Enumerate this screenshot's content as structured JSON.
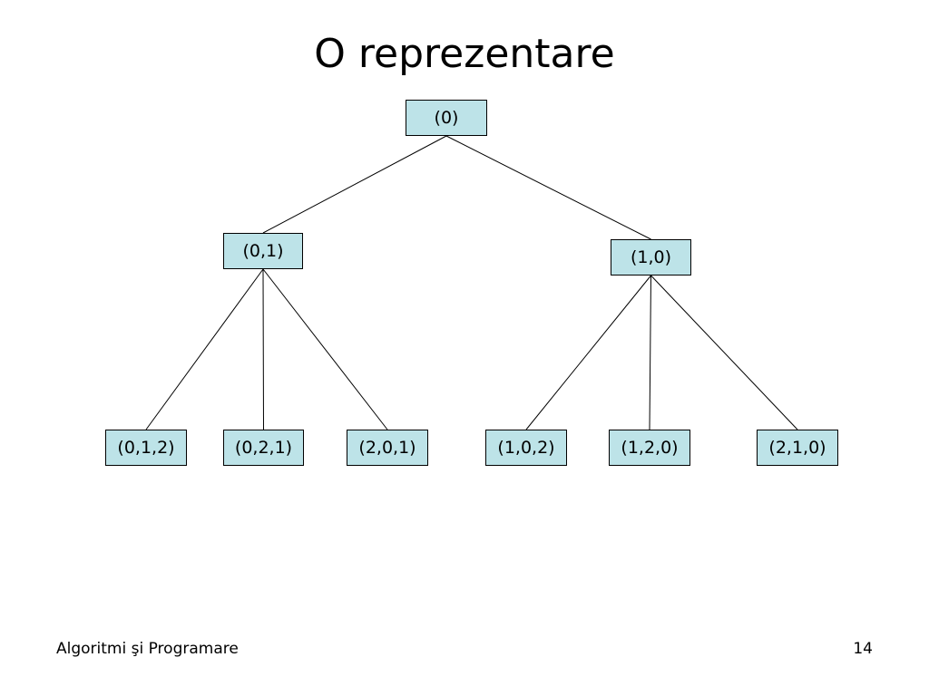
{
  "slide": {
    "title": "O reprezentare",
    "footer_left": "Algoritmi şi Programare",
    "page_number": "14"
  },
  "tree": {
    "root": {
      "id": "n0",
      "label": "(0)"
    },
    "level1": [
      {
        "id": "n01",
        "label": "(0,1)"
      },
      {
        "id": "n10",
        "label": "(1,0)"
      }
    ],
    "level2": [
      {
        "id": "n012",
        "label": "(0,1,2)"
      },
      {
        "id": "n021",
        "label": "(0,2,1)"
      },
      {
        "id": "n201",
        "label": "(2,0,1)"
      },
      {
        "id": "n102",
        "label": "(1,0,2)"
      },
      {
        "id": "n120",
        "label": "(1,2,0)"
      },
      {
        "id": "n210",
        "label": "(2,1,0)"
      }
    ],
    "edges": [
      [
        "n0",
        "n01"
      ],
      [
        "n0",
        "n10"
      ],
      [
        "n01",
        "n012"
      ],
      [
        "n01",
        "n021"
      ],
      [
        "n01",
        "n201"
      ],
      [
        "n10",
        "n102"
      ],
      [
        "n10",
        "n120"
      ],
      [
        "n10",
        "n210"
      ]
    ]
  }
}
